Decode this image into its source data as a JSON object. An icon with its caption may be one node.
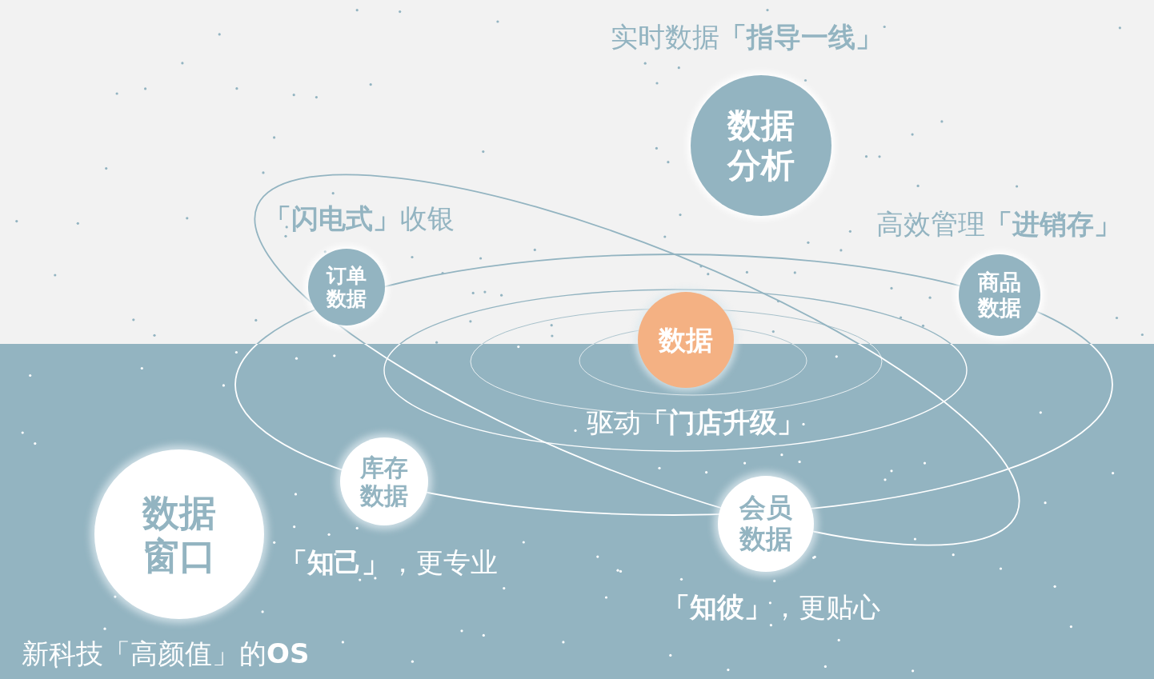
{
  "diagram": {
    "nodes": [
      {
        "text": [
          "数据分析"
        ],
        "beside": [
          "实时数据**「指导一线」**"
        ]
      },
      {
        "text": [
          "订单数据"
        ],
        "beside": [
          "**「闪电式」**收银"
        ]
      },
      {
        "text": [
          "商品数据"
        ],
        "beside": [
          "高效管理**「进销存」**"
        ]
      },
      {
        "text": [
          "数据"
        ],
        "beside": [
          "驱动**「门店升级」**"
        ]
      },
      {
        "text": [
          "库存数据"
        ],
        "beside": [
          "**「知己」**，更专业"
        ]
      },
      {
        "text": [
          "会员数据"
        ],
        "beside": [
          "**「知彼」**，更贴心"
        ]
      },
      {
        "text": [
          "数据窗口"
        ],
        "beside": [
          "新科技「高颜值」的**OS**"
        ]
      }
    ]
  }
}
